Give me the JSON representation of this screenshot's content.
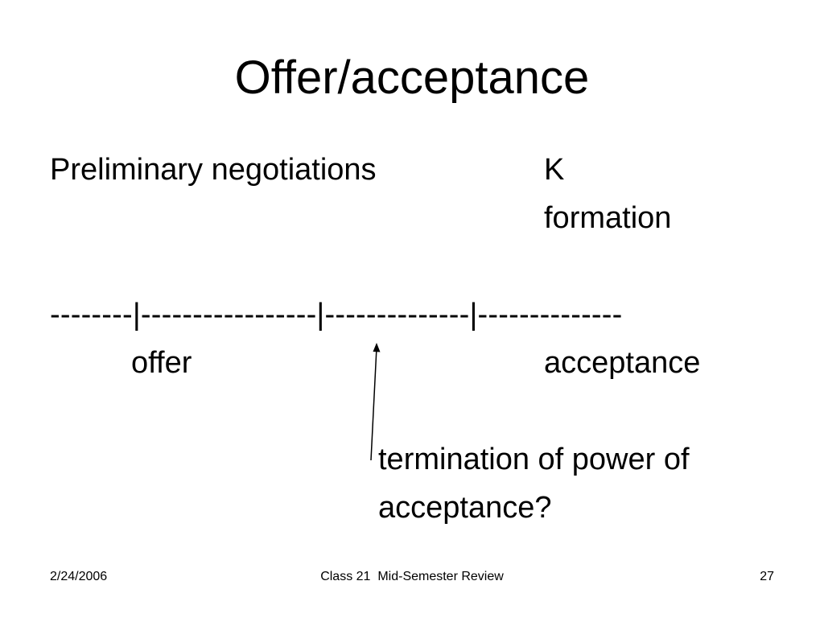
{
  "slide": {
    "title": "Offer/acceptance",
    "phase_left_label": "Preliminary negotiations",
    "phase_right_label_line1": "K",
    "phase_right_label_line2": "formation",
    "timeline": "--------|-----------------|--------------|--------------",
    "event_offer": "offer",
    "event_acceptance": "acceptance",
    "annotation_line1": "termination of power of",
    "annotation_line2": "acceptance?"
  },
  "footer": {
    "date": "2/24/2006",
    "center": "Class 21  Mid-Semester Review",
    "page_number": "27"
  }
}
